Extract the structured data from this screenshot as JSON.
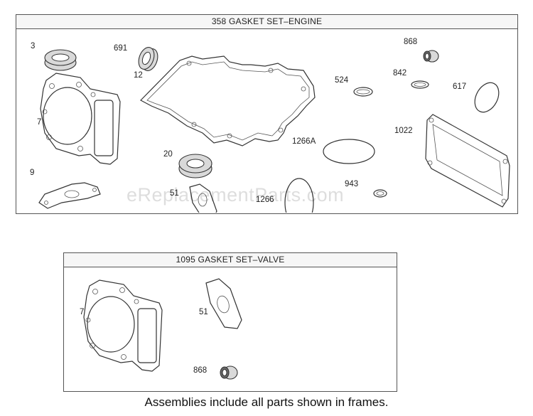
{
  "engine_set": {
    "title": "358 GASKET SET–ENGINE",
    "callouts": {
      "p3": "3",
      "p691": "691",
      "p12": "12",
      "p7": "7",
      "p9": "9",
      "p20": "20",
      "p51": "51",
      "p1266": "1266",
      "p1266a": "1266A",
      "p524": "524",
      "p842": "842",
      "p868": "868",
      "p617": "617",
      "p1022": "1022",
      "p943": "943"
    }
  },
  "valve_set": {
    "title": "1095 GASKET SET–VALVE",
    "callouts": {
      "p7": "7",
      "p51": "51",
      "p868": "868"
    }
  },
  "footer": "Assemblies include all parts shown in frames.",
  "watermark": "eReplacementParts.com"
}
